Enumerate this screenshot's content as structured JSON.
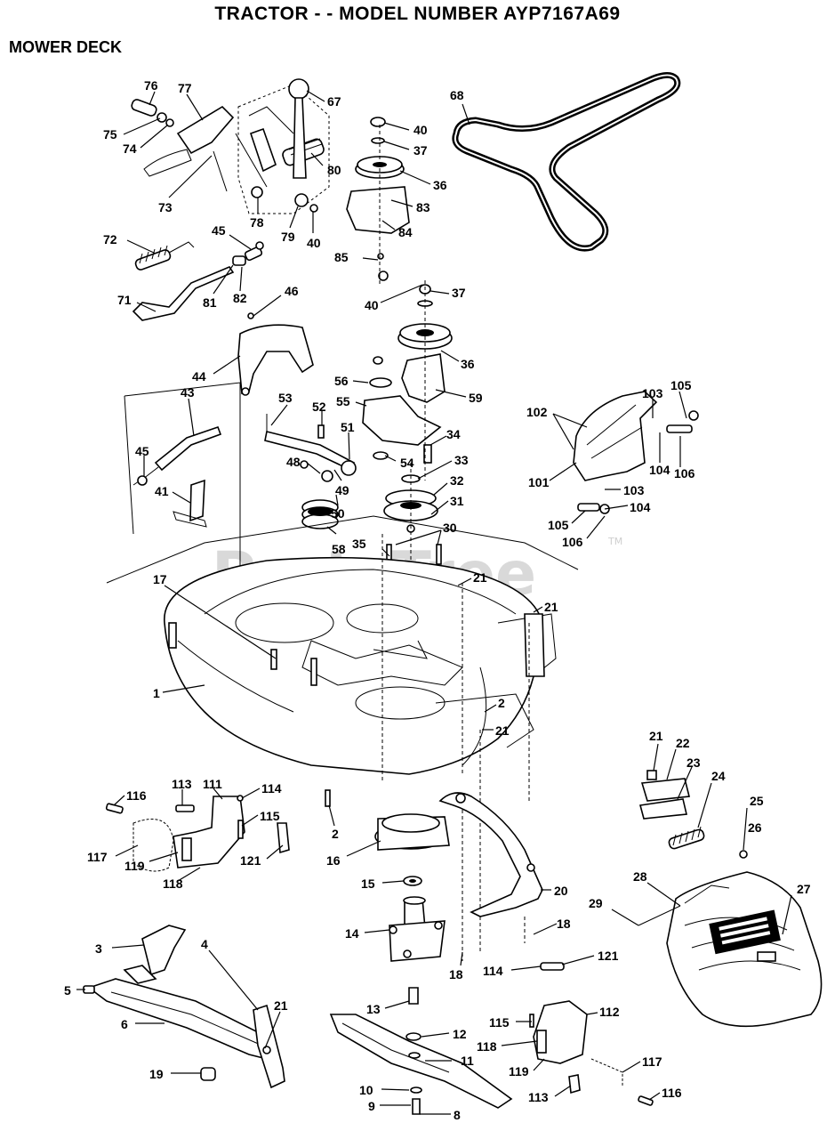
{
  "header": {
    "title": "TRACTOR - - MODEL NUMBER AYP7167A69",
    "section": "MOWER DECK"
  },
  "watermark": {
    "text": "PartsTree",
    "mark": "TM"
  },
  "callouts": [
    {
      "label": "76"
    },
    {
      "label": "77"
    },
    {
      "label": "67"
    },
    {
      "label": "75"
    },
    {
      "label": "74"
    },
    {
      "label": "73"
    },
    {
      "label": "78"
    },
    {
      "label": "79"
    },
    {
      "label": "40"
    },
    {
      "label": "80"
    },
    {
      "label": "40"
    },
    {
      "label": "37"
    },
    {
      "label": "36"
    },
    {
      "label": "83"
    },
    {
      "label": "84"
    },
    {
      "label": "68"
    },
    {
      "label": "72"
    },
    {
      "label": "45"
    },
    {
      "label": "85"
    },
    {
      "label": "81"
    },
    {
      "label": "82"
    },
    {
      "label": "71"
    },
    {
      "label": "46"
    },
    {
      "label": "40"
    },
    {
      "label": "37"
    },
    {
      "label": "36"
    },
    {
      "label": "44"
    },
    {
      "label": "56"
    },
    {
      "label": "55"
    },
    {
      "label": "59"
    },
    {
      "label": "43"
    },
    {
      "label": "53"
    },
    {
      "label": "52"
    },
    {
      "label": "51"
    },
    {
      "label": "34"
    },
    {
      "label": "102"
    },
    {
      "label": "103"
    },
    {
      "label": "105"
    },
    {
      "label": "45"
    },
    {
      "label": "48"
    },
    {
      "label": "54"
    },
    {
      "label": "33"
    },
    {
      "label": "104"
    },
    {
      "label": "106"
    },
    {
      "label": "49"
    },
    {
      "label": "32"
    },
    {
      "label": "101"
    },
    {
      "label": "103"
    },
    {
      "label": "41"
    },
    {
      "label": "50"
    },
    {
      "label": "31"
    },
    {
      "label": "104"
    },
    {
      "label": "105"
    },
    {
      "label": "58"
    },
    {
      "label": "35"
    },
    {
      "label": "30"
    },
    {
      "label": "106"
    },
    {
      "label": "17"
    },
    {
      "label": "21"
    },
    {
      "label": "21"
    },
    {
      "label": "1"
    },
    {
      "label": "2"
    },
    {
      "label": "21"
    },
    {
      "label": "21"
    },
    {
      "label": "22"
    },
    {
      "label": "23"
    },
    {
      "label": "116"
    },
    {
      "label": "113"
    },
    {
      "label": "111"
    },
    {
      "label": "114"
    },
    {
      "label": "24"
    },
    {
      "label": "115"
    },
    {
      "label": "2"
    },
    {
      "label": "25"
    },
    {
      "label": "26"
    },
    {
      "label": "117"
    },
    {
      "label": "119"
    },
    {
      "label": "121"
    },
    {
      "label": "16"
    },
    {
      "label": "118"
    },
    {
      "label": "15"
    },
    {
      "label": "20"
    },
    {
      "label": "28"
    },
    {
      "label": "27"
    },
    {
      "label": "29"
    },
    {
      "label": "3"
    },
    {
      "label": "4"
    },
    {
      "label": "14"
    },
    {
      "label": "18"
    },
    {
      "label": "121"
    },
    {
      "label": "114"
    },
    {
      "label": "18"
    },
    {
      "label": "5"
    },
    {
      "label": "21"
    },
    {
      "label": "6"
    },
    {
      "label": "13"
    },
    {
      "label": "112"
    },
    {
      "label": "115"
    },
    {
      "label": "12"
    },
    {
      "label": "118"
    },
    {
      "label": "11"
    },
    {
      "label": "117"
    },
    {
      "label": "119"
    },
    {
      "label": "19"
    },
    {
      "label": "10"
    },
    {
      "label": "113"
    },
    {
      "label": "116"
    },
    {
      "label": "9"
    },
    {
      "label": "8"
    }
  ]
}
